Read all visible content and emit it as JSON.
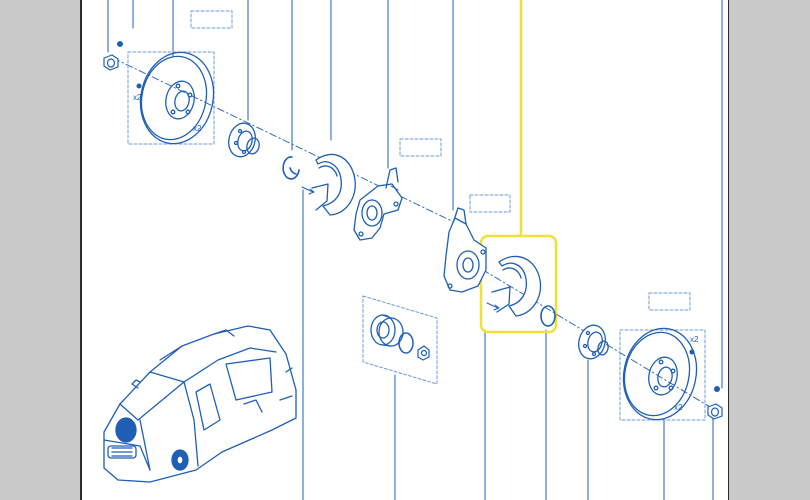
{
  "diagram": {
    "labels": {
      "qty_disc_left": "x2",
      "qty_bolts_left": "x2",
      "qty_disc_right": "x2",
      "qty_bolts_right": "x2"
    },
    "colors": {
      "line": "#1f5fb4",
      "dash": "#6f9ad8",
      "highlight": "#f1df3a",
      "frame": "#c9c9c9",
      "edge": "#2a2a2a"
    }
  }
}
